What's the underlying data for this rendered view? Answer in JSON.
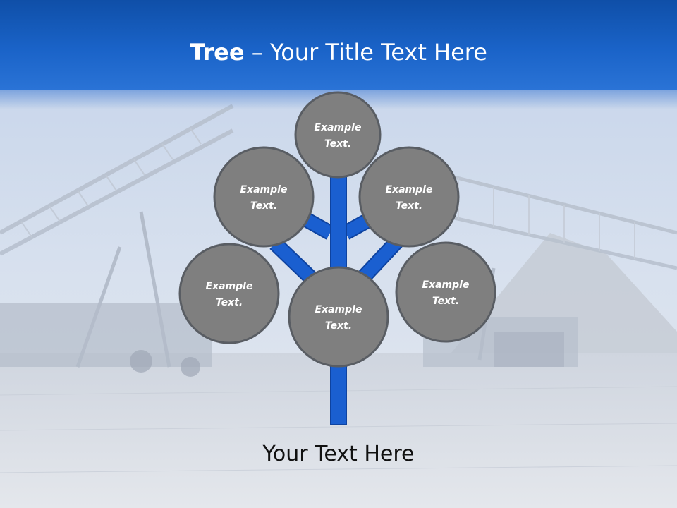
{
  "title": {
    "bold": "Tree",
    "rest": " – Your Title Text Here"
  },
  "nodes": [
    {
      "label_line1": "Example",
      "label_line2": "Text."
    },
    {
      "label_line1": "Example",
      "label_line2": "Text."
    },
    {
      "label_line1": "Example",
      "label_line2": "Text."
    },
    {
      "label_line1": "Example",
      "label_line2": "Text."
    },
    {
      "label_line1": "Example",
      "label_line2": "Text."
    },
    {
      "label_line1": "Example",
      "label_line2": "Text."
    }
  ],
  "footer": {
    "text": "Your Text Here"
  },
  "colors": {
    "header": "#1a63c8",
    "trunk": "#1557c0",
    "bubble_fill": "#7f7f7f",
    "bubble_stroke": "#5f6368",
    "title_text": "#ffffff"
  }
}
